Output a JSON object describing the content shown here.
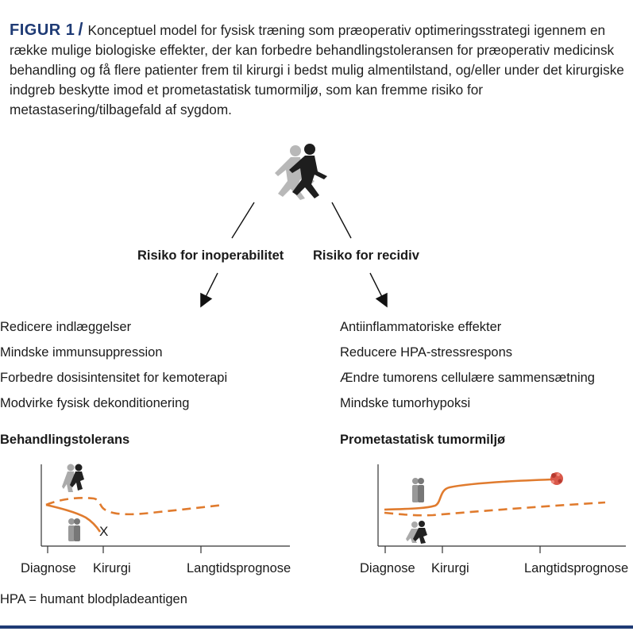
{
  "caption": {
    "figure_label": "FIGUR 1",
    "slash": "/",
    "text": "Konceptuel model for fysisk træning som præoperativ optimeringsstrategi igennem en række mulige biologiske effekter, der kan forbedre behandlingstoleransen for præoperativ medicinsk behandling og få flere patienter frem til kirurgi i bedst mulig almentilstand, og/eller under det kirurgiske indgreb beskytte imod et prometastatisk tumormiljø, som kan fremme risiko for metastasering/tilbagefald af sygdom."
  },
  "branches": {
    "left_label": "Risiko for inoperabilitet",
    "right_label": "Risiko for recidiv"
  },
  "left_effects": [
    "Redicere indlæggelser",
    "Mindske immunsuppression",
    "Forbedre dosisintensitet for kemoterapi",
    "Modvirke fysisk dekonditionering"
  ],
  "right_effects": [
    "Antiinflammatoriske effekter",
    "Reducere HPA-stressrespons",
    "Ændre tumorens cellulære sammensætning",
    "Mindske tumorhypoksi"
  ],
  "left_chart": {
    "title": "Behandlingstolerans",
    "xticks": [
      "Diagnose",
      "Kirurgi",
      "Langtidsprognose"
    ],
    "end_marker": "X"
  },
  "right_chart": {
    "title": "Prometastatisk tumormiljø",
    "xticks": [
      "Diagnose",
      "Kirurgi",
      "Langtidsprognose"
    ]
  },
  "footnote": "HPA = humant blodpladeantigen",
  "colors": {
    "accent": "#1f3b75",
    "curve": "#e07b2e",
    "tumor": "#d9584a"
  }
}
